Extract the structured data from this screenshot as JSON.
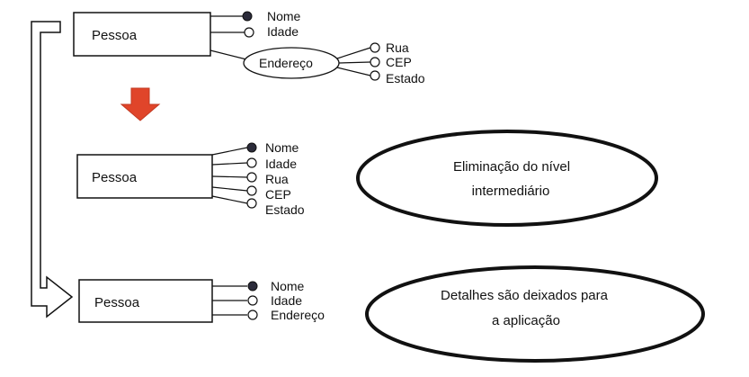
{
  "top": {
    "entity": "Pessoa",
    "attributes": [
      "Nome",
      "Idade"
    ],
    "composite": {
      "name": "Endereço",
      "subattributes": [
        "Rua",
        "CEP",
        "Estado"
      ]
    }
  },
  "middle": {
    "entity": "Pessoa",
    "attributes": [
      "Nome",
      "Idade",
      "Rua",
      "CEP",
      "Estado"
    ],
    "note": [
      "Eliminação do nível",
      "intermediário"
    ]
  },
  "bottom": {
    "entity": "Pessoa",
    "attributes": [
      "Nome",
      "Idade",
      "Endereço"
    ],
    "note": [
      "Detalhes são deixados para",
      "a aplicação"
    ]
  },
  "colors": {
    "arrow_down": "#e0452a",
    "stroke": "#111111",
    "key_fill": "#2b2b3a"
  }
}
